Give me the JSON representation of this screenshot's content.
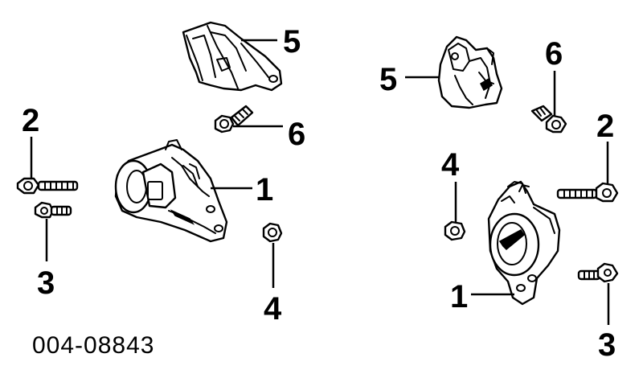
{
  "diagram_code": "004-08843",
  "callouts": {
    "left": {
      "label_5": "5",
      "label_6": "6",
      "label_2": "2",
      "label_1": "1",
      "label_3": "3",
      "label_4": "4"
    },
    "right": {
      "label_5": "5",
      "label_6": "6",
      "label_4": "4",
      "label_2": "2",
      "label_1": "1",
      "label_3": "3"
    }
  }
}
